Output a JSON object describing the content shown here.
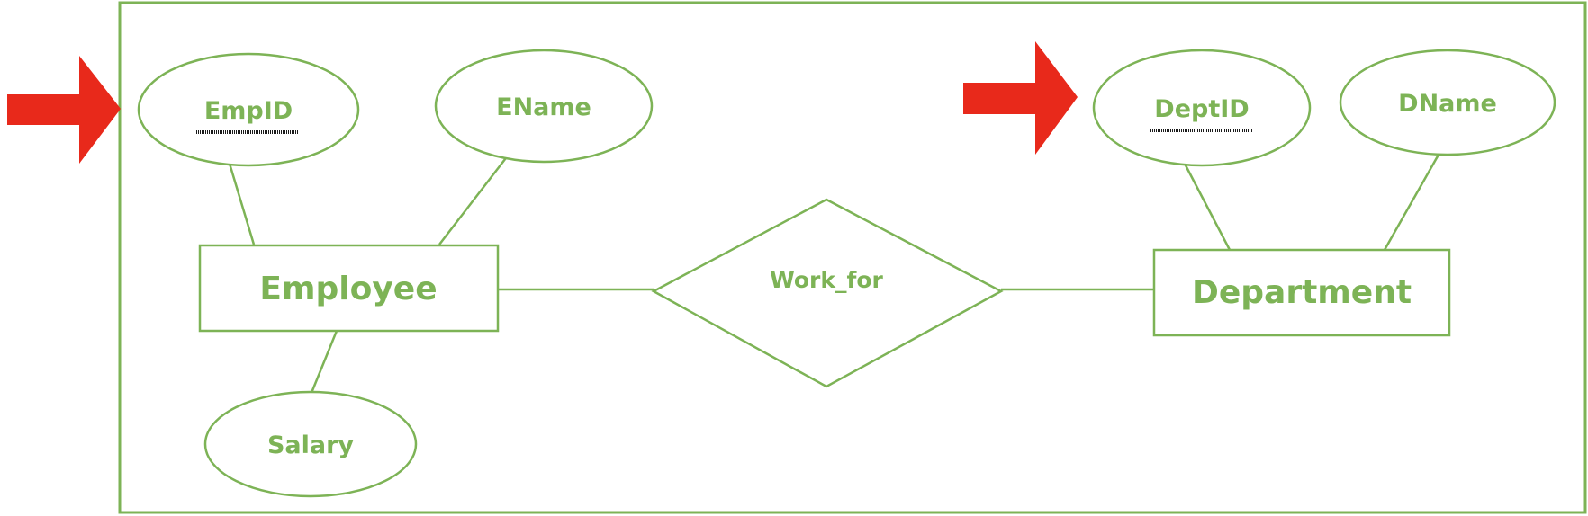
{
  "diagram": {
    "entities": {
      "employee": {
        "label": "Employee"
      },
      "department": {
        "label": "Department"
      }
    },
    "relationship": {
      "label": "Work_for"
    },
    "attributes": {
      "empid": {
        "label": "EmpID",
        "primary_key": true
      },
      "ename": {
        "label": "EName",
        "primary_key": false
      },
      "salary": {
        "label": "Salary",
        "primary_key": false
      },
      "deptid": {
        "label": "DeptID",
        "primary_key": true
      },
      "dname": {
        "label": "DName",
        "primary_key": false
      }
    },
    "colors": {
      "stroke": "#7db356",
      "text": "#7db356",
      "arrow": "#e8291b",
      "key_underline": "#1a1a1a"
    }
  }
}
